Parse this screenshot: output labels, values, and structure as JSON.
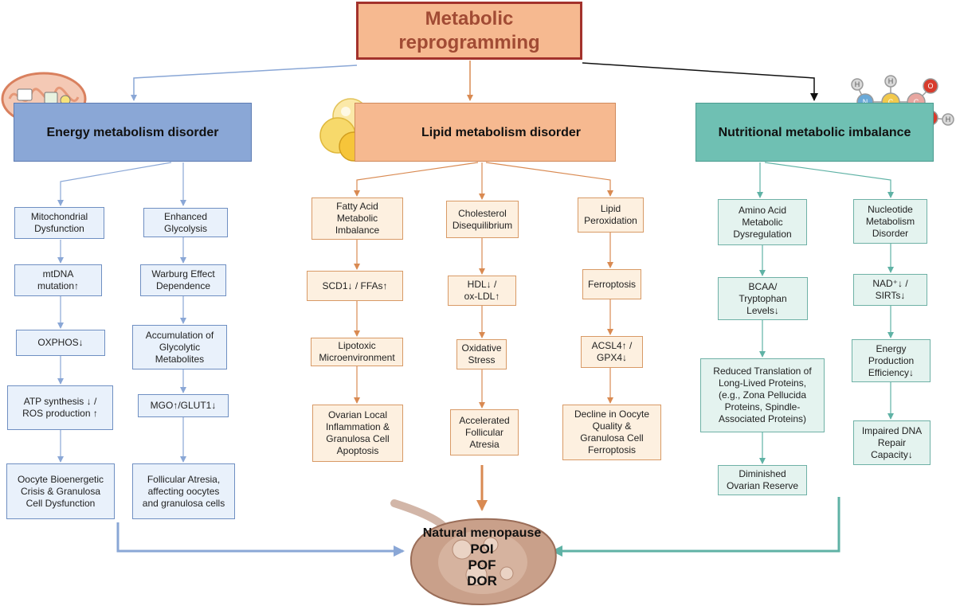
{
  "title": "Metabolic\nreprogramming",
  "columns": {
    "energy": {
      "header": "Energy metabolism disorder",
      "left": [
        "Mitochondrial\nDysfunction",
        "mtDNA\nmutation↑",
        "OXPHOS↓",
        "ATP synthesis ↓ /\nROS production ↑",
        "Oocyte Bioenergetic\nCrisis & Granulosa\nCell Dysfunction"
      ],
      "right": [
        "Enhanced\nGlycolysis",
        "Warburg Effect\nDependence",
        "Accumulation of\nGlycolytic\nMetabolites",
        "MGO↑/GLUT1↓",
        "Follicular Atresia,\naffecting oocytes\nand granulosa cells"
      ]
    },
    "lipid": {
      "header": "Lipid metabolism disorder",
      "left": [
        "Fatty Acid\nMetabolic\nImbalance",
        "SCD1↓ / FFAs↑",
        "Lipotoxic\nMicroenvironment",
        "Ovarian Local\nInflammation &\nGranulosa Cell\nApoptosis"
      ],
      "middle": [
        "Cholesterol\nDisequilibrium",
        "HDL↓ /\nox-LDL↑",
        "Oxidative\nStress",
        "Accelerated\nFollicular\nAtresia"
      ],
      "right": [
        "Lipid\nPeroxidation",
        "Ferroptosis",
        "ACSL4↑ /\nGPX4↓",
        "Decline in Oocyte\nQuality &\nGranulosa Cell\nFerroptosis"
      ]
    },
    "nutrition": {
      "header": "Nutritional metabolic imbalance",
      "left": [
        "Amino Acid\nMetabolic\nDysregulation",
        "BCAA/\nTryptophan\nLevels↓",
        "Reduced Translation of\nLong-Lived Proteins,\n(e.g., Zona Pellucida\nProteins, Spindle-\nAssociated Proteins)",
        "Diminished\nOvarian Reserve"
      ],
      "right": [
        "Nucleotide\nMetabolism\nDisorder",
        "NAD⁺↓ /\nSIRTs↓",
        "Energy\nProduction\nEfficiency↓",
        "Impaired DNA\nRepair\nCapacity↓"
      ]
    }
  },
  "outcome": [
    "Natural menopause",
    "POI",
    "POF",
    "DOR"
  ],
  "molecule": {
    "atoms": [
      "H",
      "H",
      "N",
      "H",
      "C",
      "C",
      "O",
      "O",
      "H"
    ],
    "colors": {
      "H": "#d9d9d9",
      "N": "#6aa9d8",
      "C": "#f2c94c",
      "C2": "#e8a6a0",
      "O": "#d83b2c"
    }
  },
  "colors": {
    "energy_arrow": "#8aa7d6",
    "lipid_arrow": "#d98a52",
    "nutrition_arrow": "#5fb2a5",
    "title_border": "#a3322c",
    "ovary": "#b88872"
  },
  "icons": [
    "mitochondria-icon",
    "lipid-droplet-icon",
    "amino-acid-molecule-icon",
    "ovary-icon"
  ]
}
